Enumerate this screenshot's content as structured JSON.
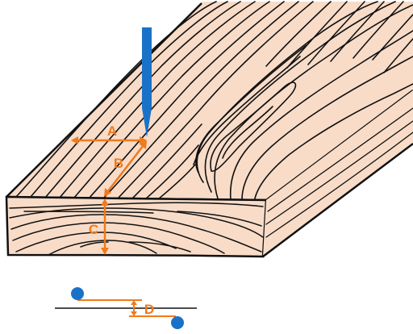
{
  "labels": {
    "a": "A",
    "b": "B",
    "c": "C",
    "d": "D"
  },
  "colors": {
    "wood_fill": "#f8dcc8",
    "grain": "#111111",
    "dimension": "#f07a1c",
    "pencil": "#1a72c8",
    "marker_dot": "#1a72c8"
  },
  "icons": {
    "pencil": "pencil-icon",
    "dots": "dot-marker"
  }
}
